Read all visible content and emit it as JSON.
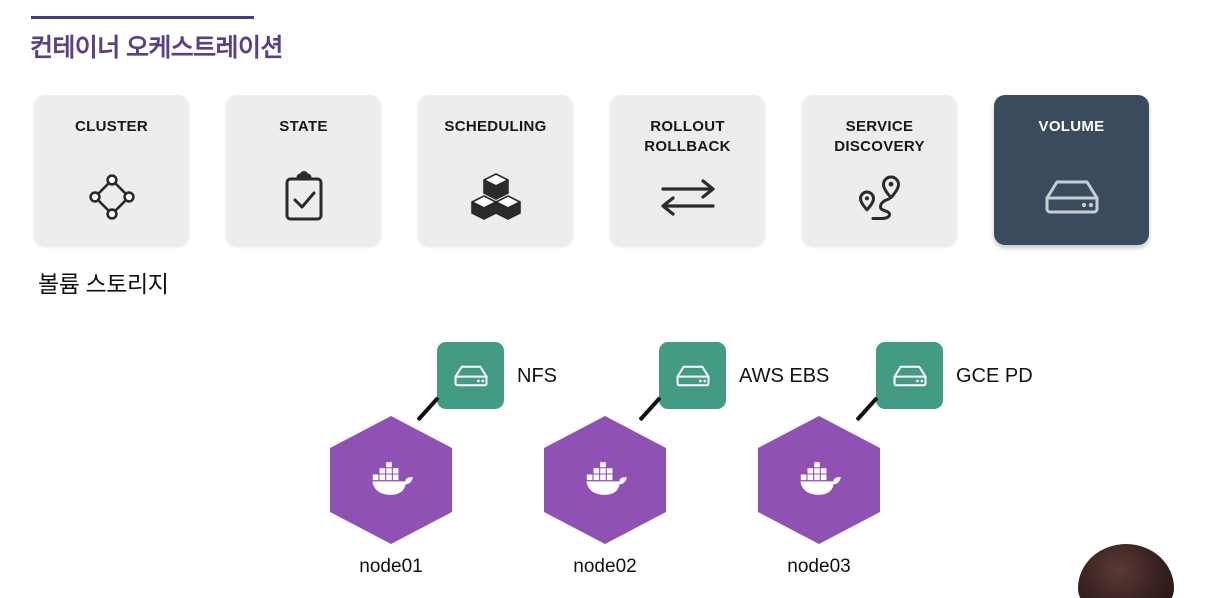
{
  "slide": {
    "title": "컨테이너 오케스트레이션",
    "accent_color": "#5b3f86",
    "rule_color": "#4d3a7d",
    "section_heading": "볼륨 스토리지",
    "background_color": "#ffffff"
  },
  "cards": {
    "inactive_bg": "#ecedee",
    "active_bg": "#3b4b5e",
    "items": [
      {
        "label": "CLUSTER",
        "icon": "cluster-nodes-icon",
        "active": false
      },
      {
        "label": "STATE",
        "icon": "clipboard-check-icon",
        "active": false
      },
      {
        "label": "SCHEDULING",
        "icon": "stacked-cubes-icon",
        "active": false
      },
      {
        "label": "ROLLOUT\nROLLBACK",
        "icon": "two-way-arrows-icon",
        "active": false
      },
      {
        "label": "SERVICE\nDISCOVERY",
        "icon": "route-pins-icon",
        "active": false
      },
      {
        "label": "VOLUME",
        "icon": "hard-drive-icon",
        "active": true
      }
    ]
  },
  "diagram": {
    "storage_tile_color": "#449b83",
    "node_hex_color": "#8f51b3",
    "connector_color": "#111111",
    "nodes": [
      {
        "node_label": "node01",
        "storage_label": "NFS",
        "storage_icon": "hard-drive-icon"
      },
      {
        "node_label": "node02",
        "storage_label": "AWS EBS",
        "storage_icon": "hard-drive-icon"
      },
      {
        "node_label": "node03",
        "storage_label": "GCE PD",
        "storage_icon": "hard-drive-icon"
      }
    ],
    "node_icon": "docker-whale-icon"
  },
  "overlay": {
    "presenter": "presenter-webcam-video"
  }
}
